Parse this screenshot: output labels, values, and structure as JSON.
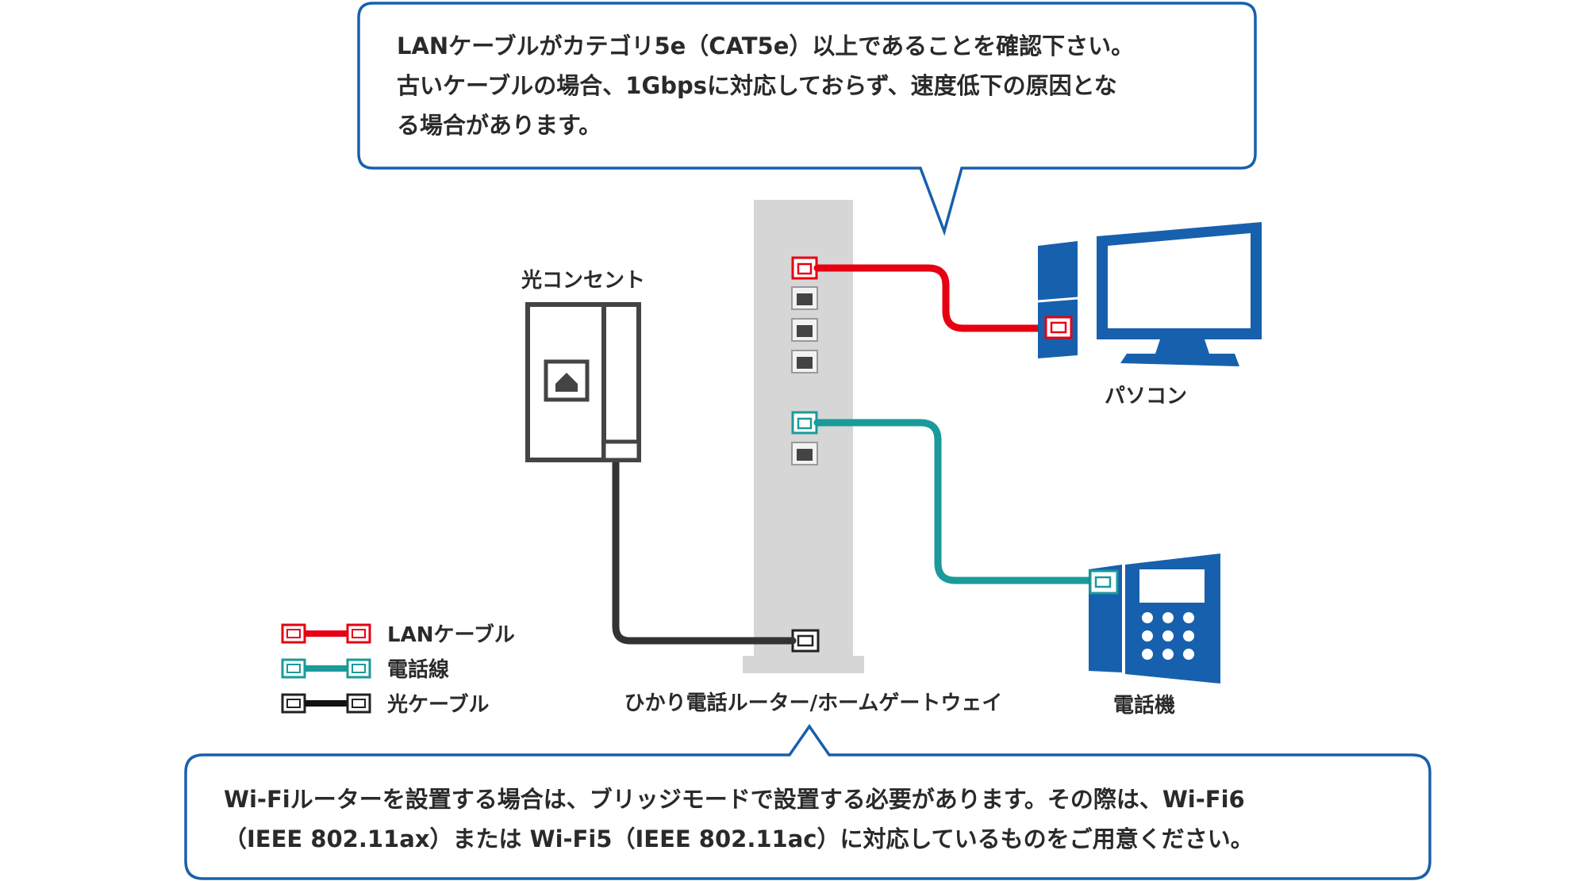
{
  "notes": {
    "top_lines": [
      "LANケーブルがカテゴリ5e（CAT5e）以上であることを確認下さい。",
      "古いケーブルの場合、1Gbpsに対応しておらず、速度低下の原因とな",
      "る場合があります。"
    ],
    "bottom_lines": [
      "Wi-Fiルーターを設置する場合は、ブリッジモードで設置する必要があります。その際は、Wi-Fi6",
      "（IEEE 802.11ax）または Wi-Fi5（IEEE 802.11ac）に対応しているものをご用意ください。"
    ]
  },
  "devices": {
    "optical_outlet": "光コンセント",
    "router": "ひかり電話ルーター/ホームゲートウェイ",
    "pc": "パソコン",
    "phone": "電話機"
  },
  "legend": [
    {
      "label": "LANケーブル",
      "color": "#e60012"
    },
    {
      "label": "電話線",
      "color": "#1a9a9a"
    },
    {
      "label": "光ケーブル",
      "color": "#222222"
    }
  ],
  "colors": {
    "lan": "#e60012",
    "phone_line": "#1a9a9a",
    "optical": "#333333",
    "device_blue": "#1760ad",
    "bubble_border": "#1760ad",
    "router_gray": "#d6d6d6"
  }
}
